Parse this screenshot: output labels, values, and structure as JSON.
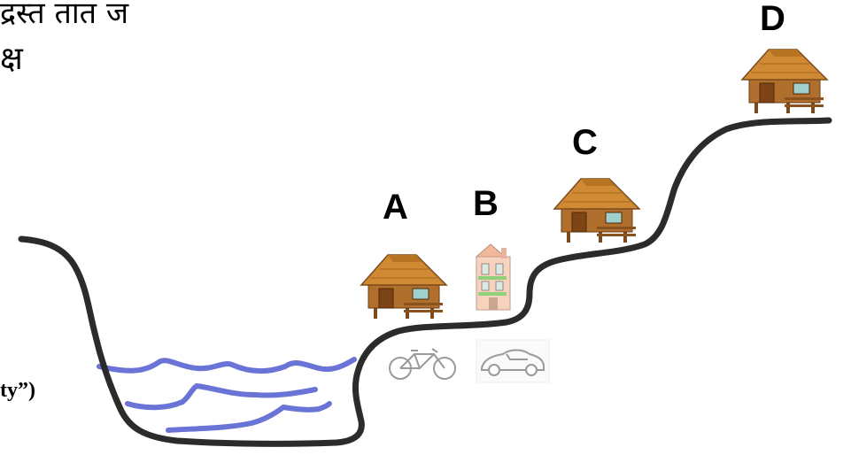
{
  "text_fragments": {
    "top_line": "द्रस्त तात ज",
    "second_line": "क्ष",
    "left_caption": "ty”)"
  },
  "labels": {
    "a": "A",
    "b": "B",
    "c": "C",
    "d": "D"
  },
  "icons": {
    "house_a": "wooden-hut-icon",
    "house_b": "townhouse-icon",
    "house_c": "wooden-hut-icon",
    "house_d": "wooden-hut-icon",
    "vehicle_a": "bicycle-icon",
    "vehicle_b": "car-icon"
  },
  "colors": {
    "terrain": "#2b2b2b",
    "water": "#6a73d6",
    "hut_roof": "#c8832c",
    "hut_wall": "#a9692a",
    "building": "#f4cdb4"
  }
}
